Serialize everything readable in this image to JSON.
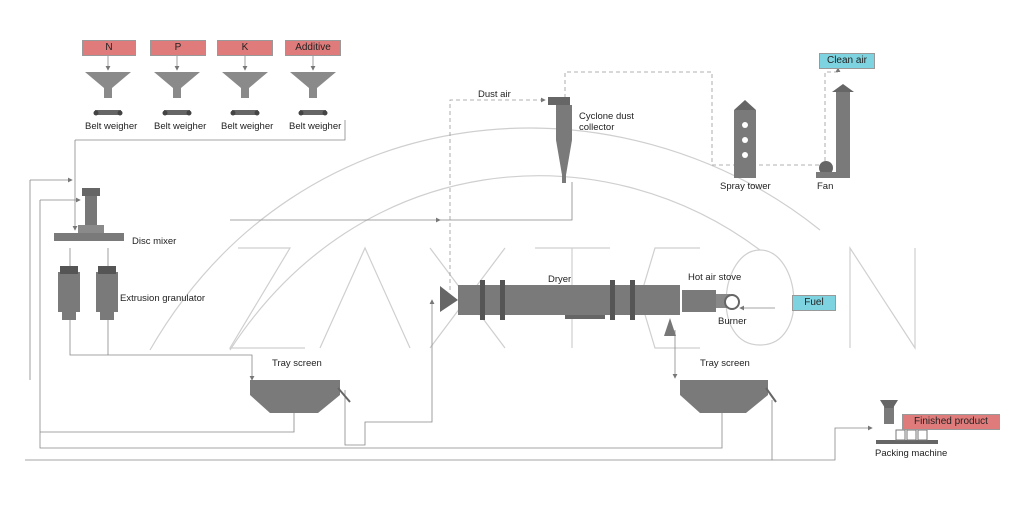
{
  "inputs": [
    {
      "label": "N",
      "weigher": "Belt weigher"
    },
    {
      "label": "P",
      "weigher": "Belt weigher"
    },
    {
      "label": "K",
      "weigher": "Belt weigher"
    },
    {
      "label": "Additive",
      "weigher": "Belt weigher"
    }
  ],
  "labels": {
    "disc_mixer": "Disc mixer",
    "extrusion_granulator": "Extrusion granulator",
    "tray_screen_1": "Tray screen",
    "tray_screen_2": "Tray screen",
    "dust_air": "Dust air",
    "cyclone": "Cyclone dust\ncollector",
    "spray_tower": "Spray tower",
    "fan": "Fan",
    "dryer": "Dryer",
    "hot_air_stove": "Hot air stove",
    "burner": "Burner",
    "packing_machine": "Packing machine"
  },
  "tags": {
    "clean_air": "Clean air",
    "fuel": "Fuel",
    "finished_product": "Finished product"
  },
  "watermark": "ZAXTON",
  "colors": {
    "red_tag": "#e07b7b",
    "blue_tag": "#7dd3df",
    "equipment": "#7a7a7a",
    "line": "#888888"
  }
}
